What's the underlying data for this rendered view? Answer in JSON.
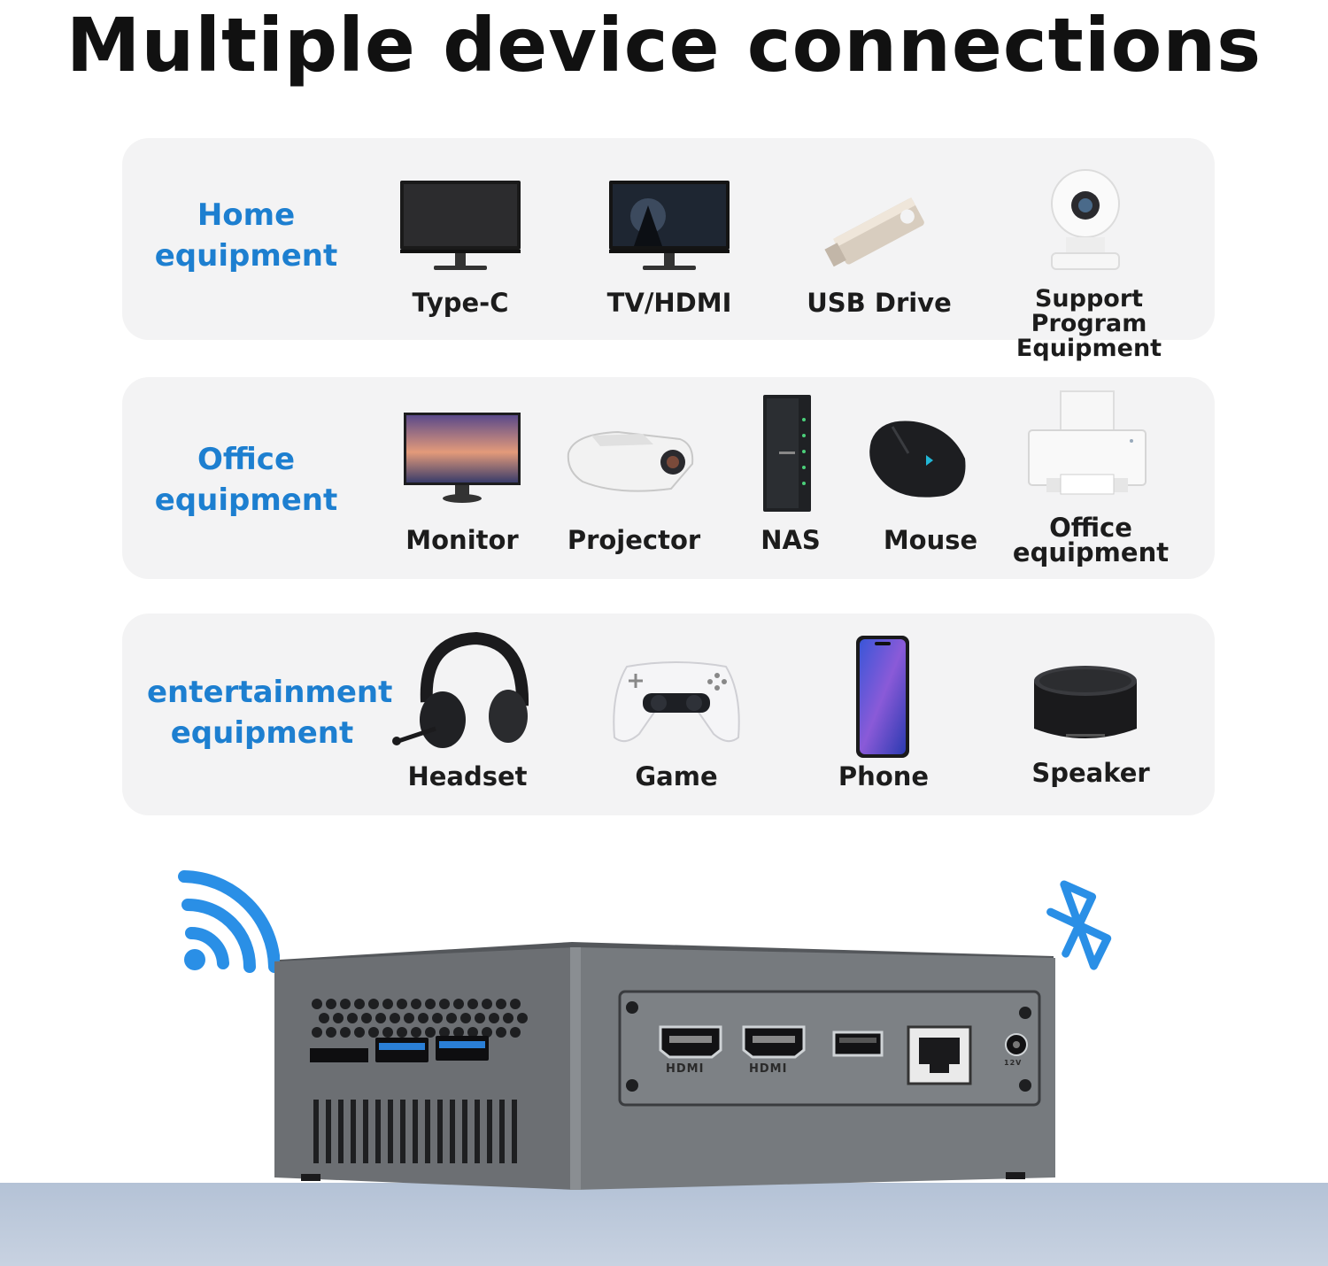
{
  "header": {
    "title": "Multiple device connections"
  },
  "sections": [
    {
      "category_line1": "Home",
      "category_line2": "equipment",
      "items": [
        {
          "label": "Type-C",
          "icon": "monitor-icon"
        },
        {
          "label": "TV/HDMI",
          "icon": "tv-icon"
        },
        {
          "label": "USB Drive",
          "icon": "usb-drive-icon"
        },
        {
          "label_line1": "Support Program",
          "label_line2": "Equipment",
          "icon": "security-camera-icon"
        }
      ]
    },
    {
      "category_line1": "Office",
      "category_line2": "equipment",
      "items": [
        {
          "label": "Monitor",
          "icon": "monitor-icon"
        },
        {
          "label": "Projector",
          "icon": "projector-icon"
        },
        {
          "label": "NAS",
          "icon": "nas-icon"
        },
        {
          "label": "Mouse",
          "icon": "mouse-icon"
        },
        {
          "label_line1": "Office",
          "label_line2": "equipment",
          "icon": "printer-icon"
        }
      ]
    },
    {
      "category_line1": "entertainment",
      "category_line2": "equipment",
      "items": [
        {
          "label": "Headset",
          "icon": "headset-icon"
        },
        {
          "label": "Game",
          "icon": "gamepad-icon"
        },
        {
          "label": "Phone",
          "icon": "phone-icon"
        },
        {
          "label": "Speaker",
          "icon": "speaker-icon"
        }
      ]
    }
  ],
  "device": {
    "port_labels": [
      "HDMI",
      "HDMI",
      "12V"
    ],
    "icons": [
      "wifi-icon",
      "bluetooth-icon"
    ]
  },
  "colors": {
    "accent": "#1d7fd0",
    "panel": "#f3f3f4",
    "device": "#6e7175",
    "wireless": "#2a8fe6"
  }
}
